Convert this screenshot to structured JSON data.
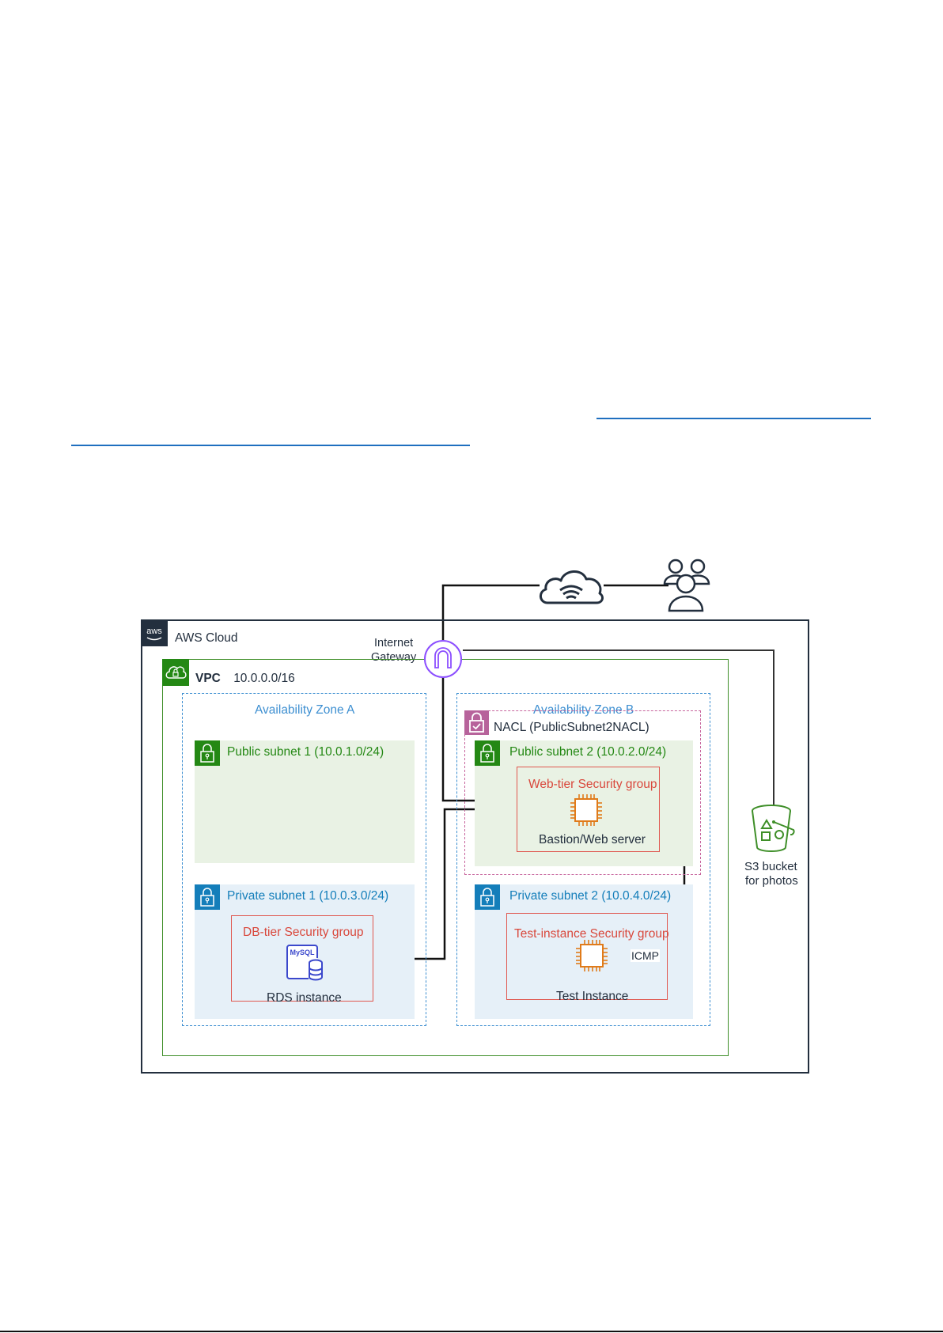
{
  "document": {
    "links": [
      {
        "label": "",
        "kind": "hyperlink-underline-line-1"
      },
      {
        "label": "",
        "kind": "hyperlink-underline-line-2"
      }
    ]
  },
  "diagram": {
    "aws_cloud": {
      "label": "AWS Cloud",
      "badge": "aws"
    },
    "internet": {
      "label": "",
      "icon": "internet-cloud-icon"
    },
    "users": {
      "label": "",
      "icon": "users-icon"
    },
    "igw": {
      "label_line1": "Internet",
      "label_line2": "Gateway",
      "icon": "internet-gateway-icon"
    },
    "vpc": {
      "label": "VPC",
      "cidr": "10.0.0.0/16",
      "icon": "vpc-cloud-lock-icon"
    },
    "az_a": {
      "label": "Availability Zone A"
    },
    "az_b": {
      "label": "Availability Zone B"
    },
    "nacl": {
      "label": "NACL (PublicSubnet2NACL)",
      "icon": "nacl-lock-check-icon"
    },
    "public_subnet_1": {
      "label": "Public subnet 1 (10.0.1.0/24)"
    },
    "public_subnet_2": {
      "label": "Public subnet 2 (10.0.2.0/24)"
    },
    "private_subnet_1": {
      "label": "Private subnet 1 (10.0.3.0/24)"
    },
    "private_subnet_2": {
      "label": "Private subnet 2 (10.0.4.0/24)"
    },
    "web_sg": {
      "label": "Web-tier Security group",
      "instance_label": "Bastion/Web server"
    },
    "db_sg": {
      "label": "DB-tier Security group",
      "instance_label": "RDS instance",
      "engine": "MySQL"
    },
    "test_sg": {
      "label": "Test-instance Security group",
      "instance_label": "Test Instance"
    },
    "icmp": {
      "label": "ICMP"
    },
    "s3": {
      "label_line1": "S3 bucket",
      "label_line2": "for photos"
    },
    "colors": {
      "aws_dark": "#232f3e",
      "vpc_green": "#248814",
      "az_blue": "#3d8fd1",
      "nacl_pink": "#b7639b",
      "sg_red": "#e0574f",
      "ec2_orange": "#e07b1a",
      "rds_blue": "#3b48cc",
      "igw_purple": "#8c4fff",
      "link_blue": "#1f6fbf"
    }
  }
}
